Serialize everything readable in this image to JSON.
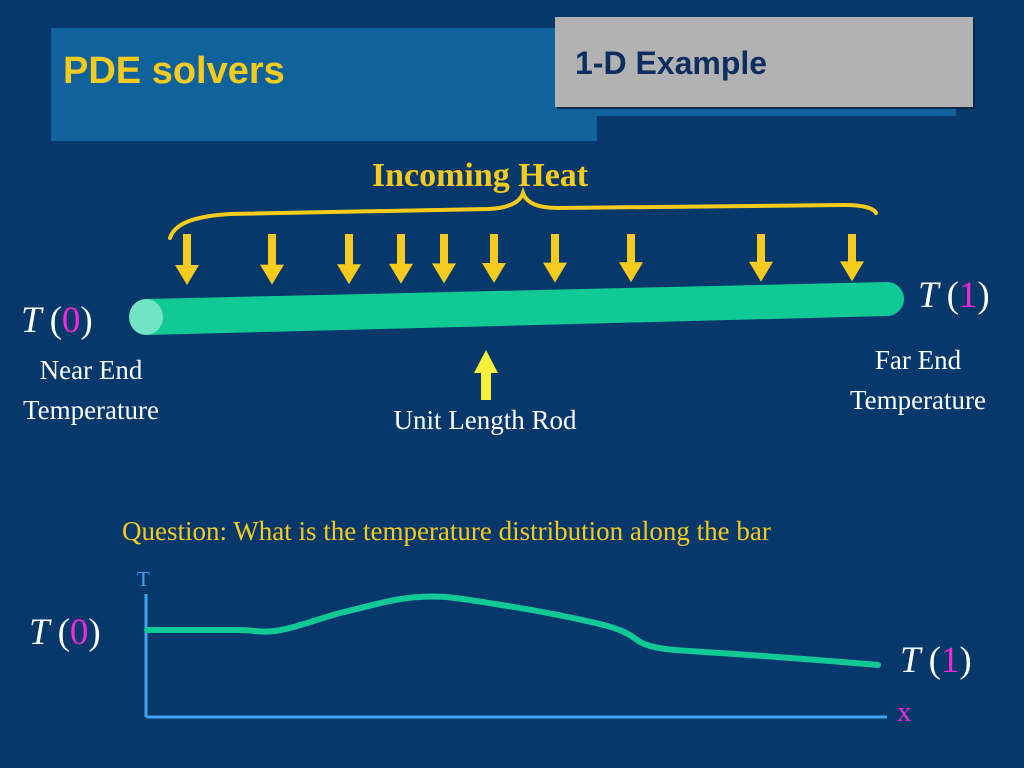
{
  "slide": {
    "title": "PDE solvers",
    "subtitle": "1-D Example"
  },
  "diagram": {
    "heat_label": "Incoming Heat",
    "rod_label": "Unit Length Rod",
    "near_end": {
      "var": "T",
      "open": "(",
      "arg": "0",
      "close": ")",
      "line1": "Near End",
      "line2": "Temperature"
    },
    "far_end": {
      "var": "T",
      "open": "(",
      "arg": "1",
      "close": ")",
      "line1": "Far End",
      "line2": "Temperature"
    },
    "arrow_count": 10
  },
  "question": "Question: What is the temperature distribution along the bar",
  "graph": {
    "y_axis_label": "T",
    "x_axis_label": "x",
    "start_label": {
      "var": "T",
      "open": "(",
      "arg": "0",
      "close": ")"
    },
    "end_label": {
      "var": "T",
      "open": "(",
      "arg": "1",
      "close": ")"
    }
  },
  "colors": {
    "background": "#07386b",
    "accent_yellow": "#f6cb1d",
    "rod": "#10c995",
    "axis": "#3da4ef",
    "magenta": "#f02ad6"
  }
}
